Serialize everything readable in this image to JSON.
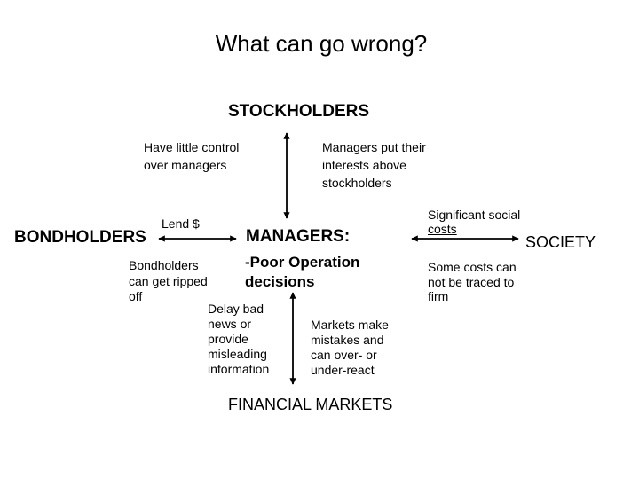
{
  "slide": {
    "title": "What can go wrong?",
    "colors": {
      "text": "#000000",
      "background": "#ffffff"
    },
    "nodes": {
      "stockholders": "STOCKHOLDERS",
      "bondholders": "BONDHOLDERS",
      "managers": "MANAGERS:",
      "society": "SOCIETY",
      "financial_markets": "FINANCIAL MARKETS"
    },
    "annotations": {
      "stockholders_left": [
        "Have little control",
        "over managers"
      ],
      "stockholders_right": [
        "Managers put their",
        "interests above",
        "stockholders"
      ],
      "lend": "Lend $",
      "bondholders_note": [
        "Bondholders",
        "can get ripped",
        "off"
      ],
      "managers_note": [
        "-Poor Operation",
        "decisions"
      ],
      "society_link": [
        "Significant social",
        "costs"
      ],
      "society_note": [
        "Some costs can",
        "not be traced to",
        "firm"
      ],
      "markets_left": [
        "Delay bad",
        "news or",
        "provide",
        "misleading",
        "information"
      ],
      "markets_right": [
        "Markets make",
        "mistakes and",
        "can over- or",
        "under-react"
      ]
    }
  }
}
